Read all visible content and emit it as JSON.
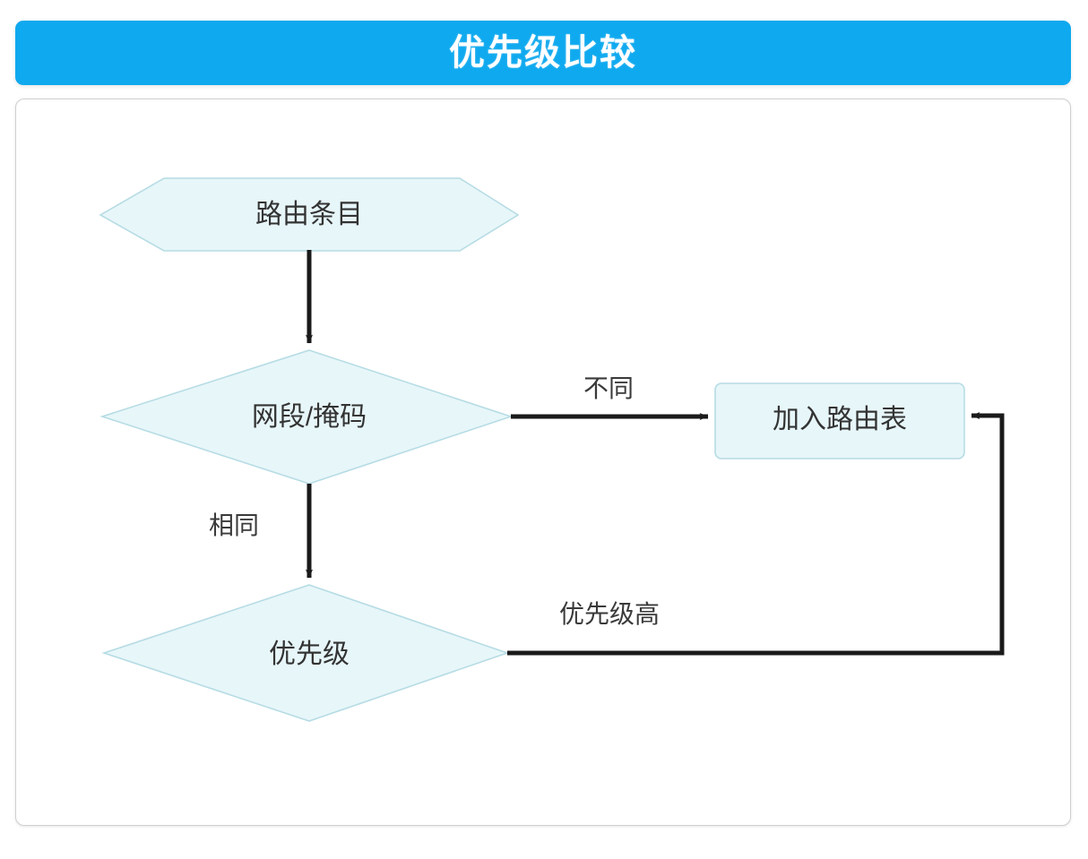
{
  "header": {
    "title": "优先级比较",
    "background_color": "#0FA9EF",
    "text_color": "#FFFFFF"
  },
  "card": {
    "border_color": "#CFCFCF",
    "background_color": "#FFFFFF"
  },
  "diagram": {
    "type": "flowchart",
    "node_fill_color": "#E7F6F9",
    "node_border_color": "#B6DCE4",
    "edge_color": "#1A1A1A",
    "nodes": [
      {
        "id": "route-entry",
        "label": "路由条目",
        "shape": "hexagon"
      },
      {
        "id": "network-mask",
        "label": "网段/掩码",
        "shape": "diamond"
      },
      {
        "id": "add-routing-table",
        "label": "加入路由表",
        "shape": "rectangle"
      },
      {
        "id": "priority",
        "label": "优先级",
        "shape": "diamond"
      }
    ],
    "edges": [
      {
        "from": "route-entry",
        "to": "network-mask",
        "label": ""
      },
      {
        "from": "network-mask",
        "to": "add-routing-table",
        "label": "不同"
      },
      {
        "from": "network-mask",
        "to": "priority",
        "label": "相同"
      },
      {
        "from": "priority",
        "to": "add-routing-table",
        "label": "优先级高"
      }
    ]
  }
}
